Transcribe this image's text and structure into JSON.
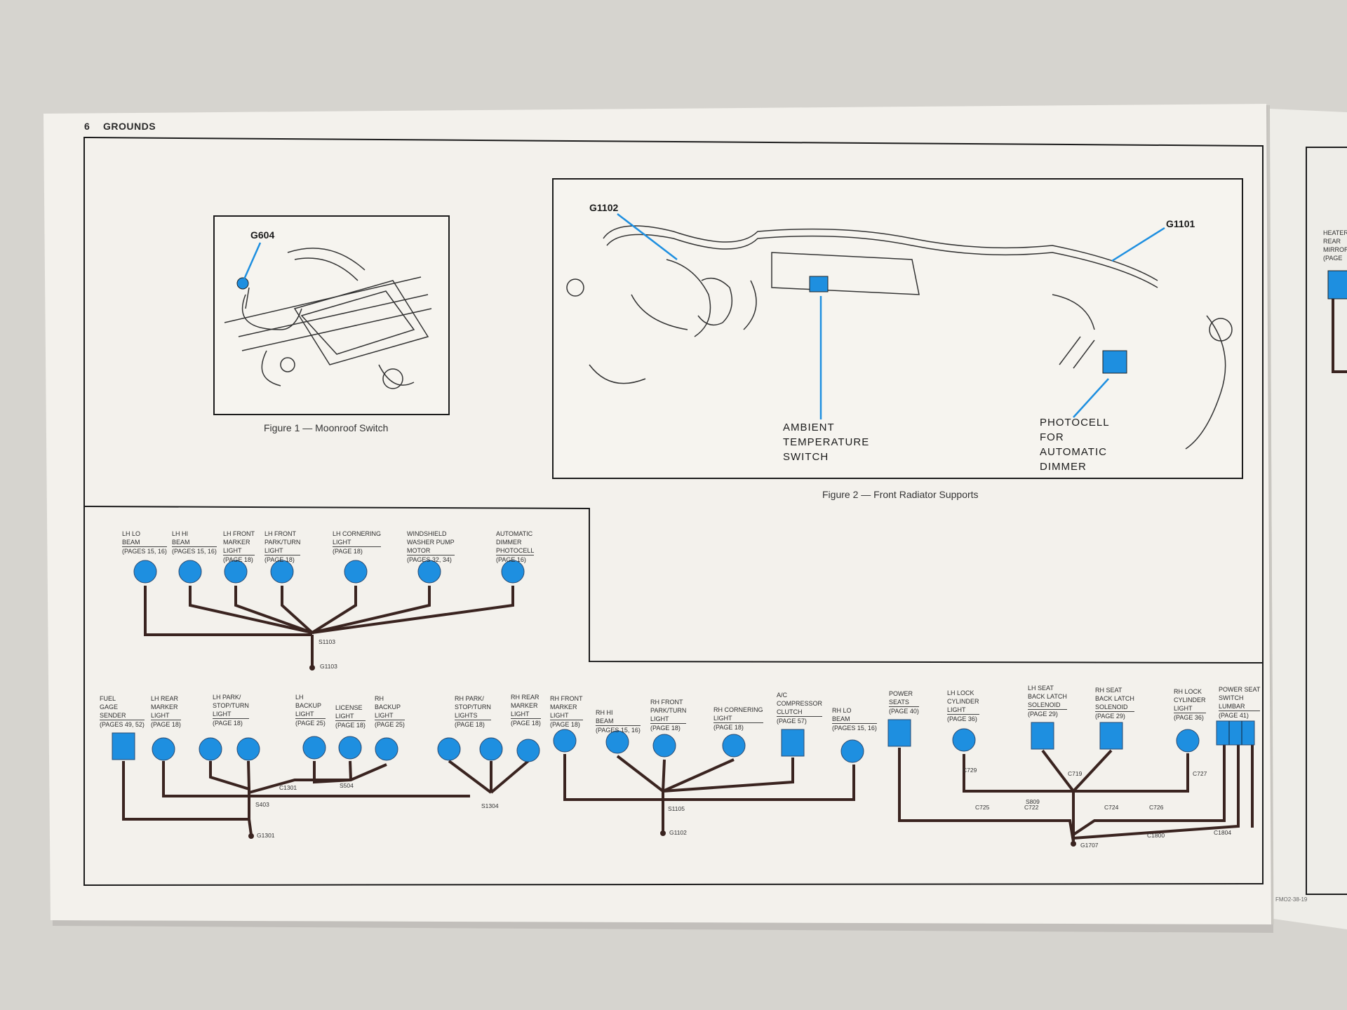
{
  "page": {
    "number": "6",
    "section": "GROUNDS",
    "footer_code": "FMO2-38-19"
  },
  "figure1": {
    "caption": "Figure 1 — Moonroof Switch",
    "ground": "G604"
  },
  "figure2": {
    "caption": "Figure 2 — Front Radiator Supports",
    "ground_left": "G1102",
    "ground_right": "G1101",
    "callout_ambient": "AMBIENT\nTEMPERATURE\nSWITCH",
    "callout_photocell": "PHOTOCELL\nFOR\nAUTOMATIC\nDIMMER"
  },
  "upper_circuit": {
    "components": [
      {
        "name": "LH LO\nBEAM",
        "ref": "(PAGES 15, 16)"
      },
      {
        "name": "LH HI\nBEAM",
        "ref": "(PAGES 15, 16)"
      },
      {
        "name": "LH FRONT\nMARKER\nLIGHT",
        "ref": "(PAGE 18)"
      },
      {
        "name": "LH FRONT\nPARK/TURN\nLIGHT",
        "ref": "(PAGE 18)"
      },
      {
        "name": "LH CORNERING\nLIGHT",
        "ref": "(PAGE 18)"
      },
      {
        "name": "WINDSHIELD\nWASHER PUMP\nMOTOR",
        "ref": "(PAGES 32, 34)"
      },
      {
        "name": "AUTOMATIC\nDIMMER\nPHOTOCELL",
        "ref": "(PAGE 16)"
      }
    ],
    "splice": "S1103",
    "ground": "G1103"
  },
  "lower_circuit": {
    "components": [
      {
        "name": "FUEL\nGAGE\nSENDER",
        "ref": "(PAGES 49, 52)"
      },
      {
        "name": "LH REAR\nMARKER\nLIGHT",
        "ref": "(PAGE 18)"
      },
      {
        "name": "LH PARK/\nSTOP/TURN\nLIGHT",
        "ref": "(PAGE 18)"
      },
      {
        "name": "LH\nBACKUP\nLIGHT",
        "ref": "(PAGE 25)"
      },
      {
        "name": "LICENSE\nLIGHT",
        "ref": "(PAGE 18)"
      },
      {
        "name": "RH\nBACKUP\nLIGHT",
        "ref": "(PAGE 25)"
      },
      {
        "name": "RH PARK/\nSTOP/TURN\nLIGHTS",
        "ref": "(PAGE 18)"
      },
      {
        "name": "RH REAR\nMARKER\nLIGHT",
        "ref": "(PAGE 18)"
      },
      {
        "name": "RH FRONT\nMARKER\nLIGHT",
        "ref": "(PAGE 18)"
      },
      {
        "name": "RH HI\nBEAM",
        "ref": "(PAGES 15, 16)"
      },
      {
        "name": "RH FRONT\nPARK/TURN\nLIGHT",
        "ref": "(PAGE 18)"
      },
      {
        "name": "RH CORNERING\nLIGHT",
        "ref": "(PAGE 18)"
      },
      {
        "name": "A/C\nCOMPRESSOR\nCLUTCH",
        "ref": "(PAGE 57)"
      },
      {
        "name": "RH LO\nBEAM",
        "ref": "(PAGES 15, 16)"
      },
      {
        "name": "POWER\nSEATS",
        "ref": "(PAGE 40)"
      },
      {
        "name": "LH LOCK\nCYLINDER\nLIGHT",
        "ref": "(PAGE 36)"
      },
      {
        "name": "LH SEAT\nBACK LATCH\nSOLENOID",
        "ref": "(PAGE 29)"
      },
      {
        "name": "RH SEAT\nBACK LATCH\nSOLENOID",
        "ref": "(PAGE 29)"
      },
      {
        "name": "RH LOCK\nCYLINDER\nLIGHT",
        "ref": "(PAGE 36)"
      },
      {
        "name": "POWER SEAT\nSWITCH\nLUMBAR",
        "ref": "(PAGE 41)"
      }
    ],
    "splices": {
      "s403": "S403",
      "s504": "S504",
      "c1301": "C1301",
      "s1304": "S1304",
      "s1105": "S1105",
      "s809": "S809"
    },
    "connectors": [
      "C729",
      "C725",
      "C722",
      "C719",
      "C724",
      "C726",
      "C727",
      "C1800",
      "C1804"
    ],
    "grounds": {
      "g1301": "G1301",
      "g1102": "G1102",
      "g1707": "G1707"
    }
  },
  "right_page": {
    "label": "HEATER\nREAR\nMIRROR\n(PAGE"
  },
  "colors": {
    "component_blue": "#1e8fe0",
    "wire": "#3a2420",
    "paper": "#f2f0ea",
    "frame": "#1c1c1c"
  }
}
